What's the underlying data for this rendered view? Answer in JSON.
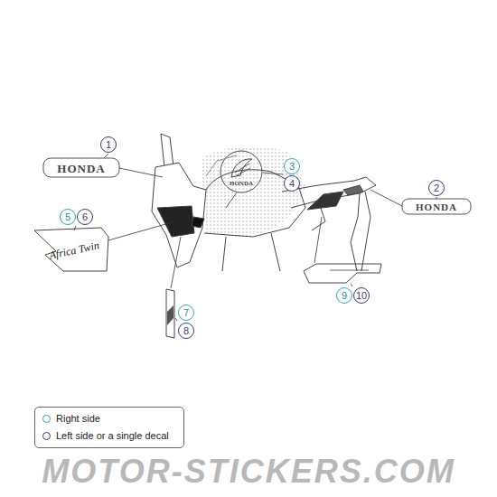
{
  "diagram": {
    "labels": [
      "1",
      "HONDA",
      "2",
      "HONDA",
      "3",
      "HONDA",
      "4",
      "5",
      "6",
      "Africa Twin",
      "7",
      "8",
      "9",
      "10",
      "MOTOR-STICKERS.COM"
    ],
    "legend": [
      {
        "text": "Right side"
      },
      {
        "text": "Left side or a single decal"
      }
    ]
  }
}
